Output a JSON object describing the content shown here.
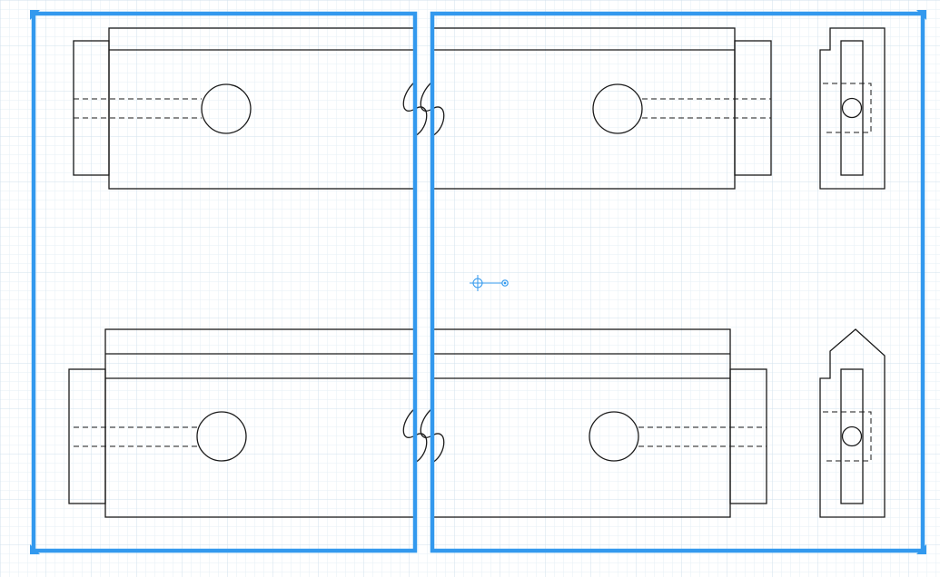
{
  "canvas": {
    "background": "#ffffff",
    "grid_minor_color": "#e6eff5",
    "grid_major_color": "#d2e2ec"
  },
  "selection": {
    "color": "#3399ee",
    "frames": [
      "left-viewport-frame",
      "right-viewport-frame"
    ]
  },
  "drawing": {
    "line_color": "#1a1a1a",
    "views": [
      "top-left-front-view",
      "top-right-front-view",
      "top-side-view",
      "bottom-left-front-view",
      "bottom-right-front-view",
      "bottom-side-view"
    ],
    "break_symbol": "s-curve-break"
  },
  "cursor": {
    "icon": "crosshair-move-icon",
    "color": "#3399ee"
  }
}
